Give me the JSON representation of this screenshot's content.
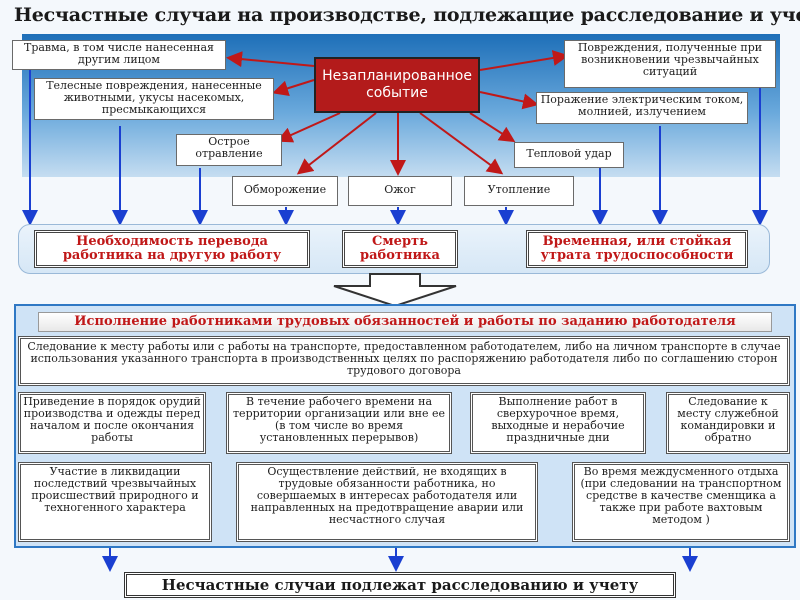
{
  "title": "Несчастные случаи на производстве, подлежащие расследование и учету",
  "center_event": "Незапланированное событие",
  "event_types": {
    "injury_by_person": "Травма, в том числе нанесенная другим лицом",
    "animal_injury": "Телесные повреждения, нанесенные животными, укусы насекомых, пресмыкающихся",
    "poisoning": "Острое отравление",
    "frostbite": "Обморожение",
    "burn": "Ожог",
    "drowning": "Утопление",
    "heat_stroke": "Тепловой удар",
    "electric": "Поражение электрическим током, молнией, излучением",
    "emergency": "Повреждения, полученные при возникновении чрезвычайных ситуаций"
  },
  "consequences": {
    "transfer": "Необходимость перевода работника на другую работу",
    "death": "Смерть работника",
    "disability": "Временная, или стойкая утрата трудоспособности"
  },
  "conditions": {
    "header": "Исполнение работниками трудовых обязанностей и работы по заданию работодателя",
    "transport": "Следование к месту работы или с работы на транспорте, предоставленном работодателем, либо на личном транспорте в случае использования указанного транспорта в производственных целях по распоряжению работодателя либо по соглашению сторон трудового договора",
    "tools": "Приведение в порядок орудий производства и одежды перед началом и после окончания работы",
    "work_time": "В течение рабочего времени на территории организации или вне ее (в том числе во время установленных перерывов)",
    "overtime": "Выполнение работ в сверхурочное время, выходные и нерабочие праздничные дни",
    "business_trip": "Следование к месту служебной командировки и обратно",
    "emergency_liquidation": "Участие в ликвидации последствий чрезвычайных происшествий природного и техногенного характера",
    "other_actions": "Осуществление действий, не входящих в трудовые обязанности работника, но совершаемых в интересах работодателя или направленных на предотвращение аварии или несчастного случая",
    "shift_rest": "Во время междусменного отдыха (при следовании на транспортном средстве в качестве сменщика а также при работе вахтовым методом )"
  },
  "conclusion": "Несчастные случаи подлежат расследованию и учету",
  "colors": {
    "red": "#b31b1b",
    "blue": "#1a3fd1",
    "band": "#1e6fb8"
  }
}
